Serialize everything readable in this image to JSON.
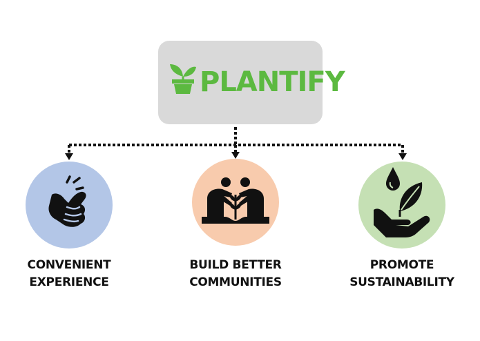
{
  "brand": {
    "name": "PLANTIFY",
    "icon": "potted-plant-icon",
    "color": "#5cb940"
  },
  "pillars": [
    {
      "icon": "finger-snap-icon",
      "line1": "CONVENIENT",
      "line2": "EXPERIENCE",
      "color": "#b3c6e7"
    },
    {
      "icon": "people-planting-icon",
      "line1": "BUILD BETTER",
      "line2": "COMMUNITIES",
      "color": "#f8cbad"
    },
    {
      "icon": "hand-sprout-water-icon",
      "line1": "PROMOTE",
      "line2": "SUSTAINABILITY",
      "color": "#c5e0b4"
    }
  ]
}
